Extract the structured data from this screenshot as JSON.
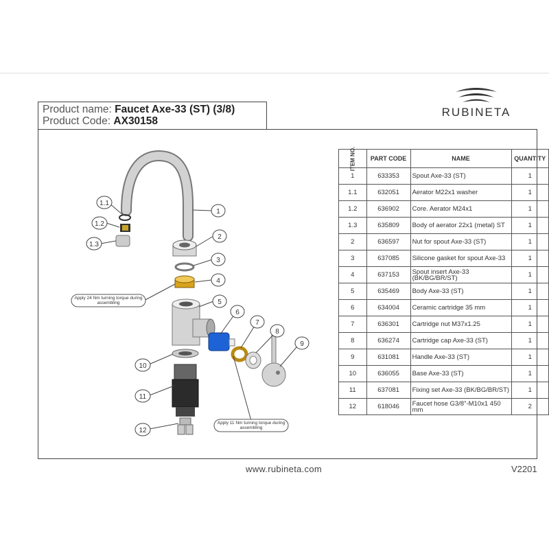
{
  "brand": {
    "name": "RUBINETA",
    "website": "www.rubineta.com",
    "version": "V2201"
  },
  "product": {
    "name_label": "Product name:",
    "name_value": "Faucet Axe-33 (ST) (3/8)",
    "code_label": "Product Code:",
    "code_value": "AX30158"
  },
  "parts_table": {
    "headers": {
      "item": "ITEM NO.",
      "part_code": "PART CODE",
      "name": "NAME",
      "quantity": "QUANTITY"
    },
    "rows": [
      {
        "item": "1",
        "code": "633353",
        "name": "Spout Axe-33 (ST)",
        "qty": "1"
      },
      {
        "item": "1.1",
        "code": "632051",
        "name": "Aerator M22x1 washer",
        "qty": "1"
      },
      {
        "item": "1.2",
        "code": "636902",
        "name": "Core. Aerator M24x1",
        "qty": "1"
      },
      {
        "item": "1.3",
        "code": "635809",
        "name": "Body of aerator 22x1 (metal) ST",
        "qty": "1"
      },
      {
        "item": "2",
        "code": "636597",
        "name": "Nut for spout Axe-33 (ST)",
        "qty": "1"
      },
      {
        "item": "3",
        "code": "637085",
        "name": "Silicone gasket for spout Axe-33",
        "qty": "1"
      },
      {
        "item": "4",
        "code": "637153",
        "name": "Spout insert Axe-33 (BK/BG/BR/ST)",
        "qty": "1"
      },
      {
        "item": "5",
        "code": "635469",
        "name": "Body Axe-33 (ST)",
        "qty": "1"
      },
      {
        "item": "6",
        "code": "634004",
        "name": "Ceramic cartridge 35 mm",
        "qty": "1"
      },
      {
        "item": "7",
        "code": "636301",
        "name": "Cartridge nut  M37x1.25",
        "qty": "1"
      },
      {
        "item": "8",
        "code": "636274",
        "name": "Cartridge cap Axe-33 (ST)",
        "qty": "1"
      },
      {
        "item": "9",
        "code": "631081",
        "name": "Handle Axe-33 (ST)",
        "qty": "1"
      },
      {
        "item": "10",
        "code": "636055",
        "name": "Base Axe-33 (ST)",
        "qty": "1"
      },
      {
        "item": "11",
        "code": "637081",
        "name": "Fixing set Axe-33 (BK/BG/BR/ST)",
        "qty": "1"
      },
      {
        "item": "12",
        "code": "618046",
        "name": "Faucet hose G3/8\"-M10x1 450 mm",
        "qty": "2"
      }
    ]
  },
  "diagram": {
    "callouts": [
      "1.1",
      "1.2",
      "1.3",
      "1",
      "2",
      "3",
      "4",
      "5",
      "6",
      "7",
      "8",
      "9",
      "10",
      "11",
      "12"
    ],
    "note_torque_24": "Apply 24 Nm turning torque during assembling",
    "note_torque_11": "Apply 11 Nm turning torque during assembling",
    "colors": {
      "steel": "#c9c9c9",
      "brass": "#d9a21b",
      "cartridge_blue": "#1e63d6",
      "hose_black": "#2b2b2b"
    }
  }
}
